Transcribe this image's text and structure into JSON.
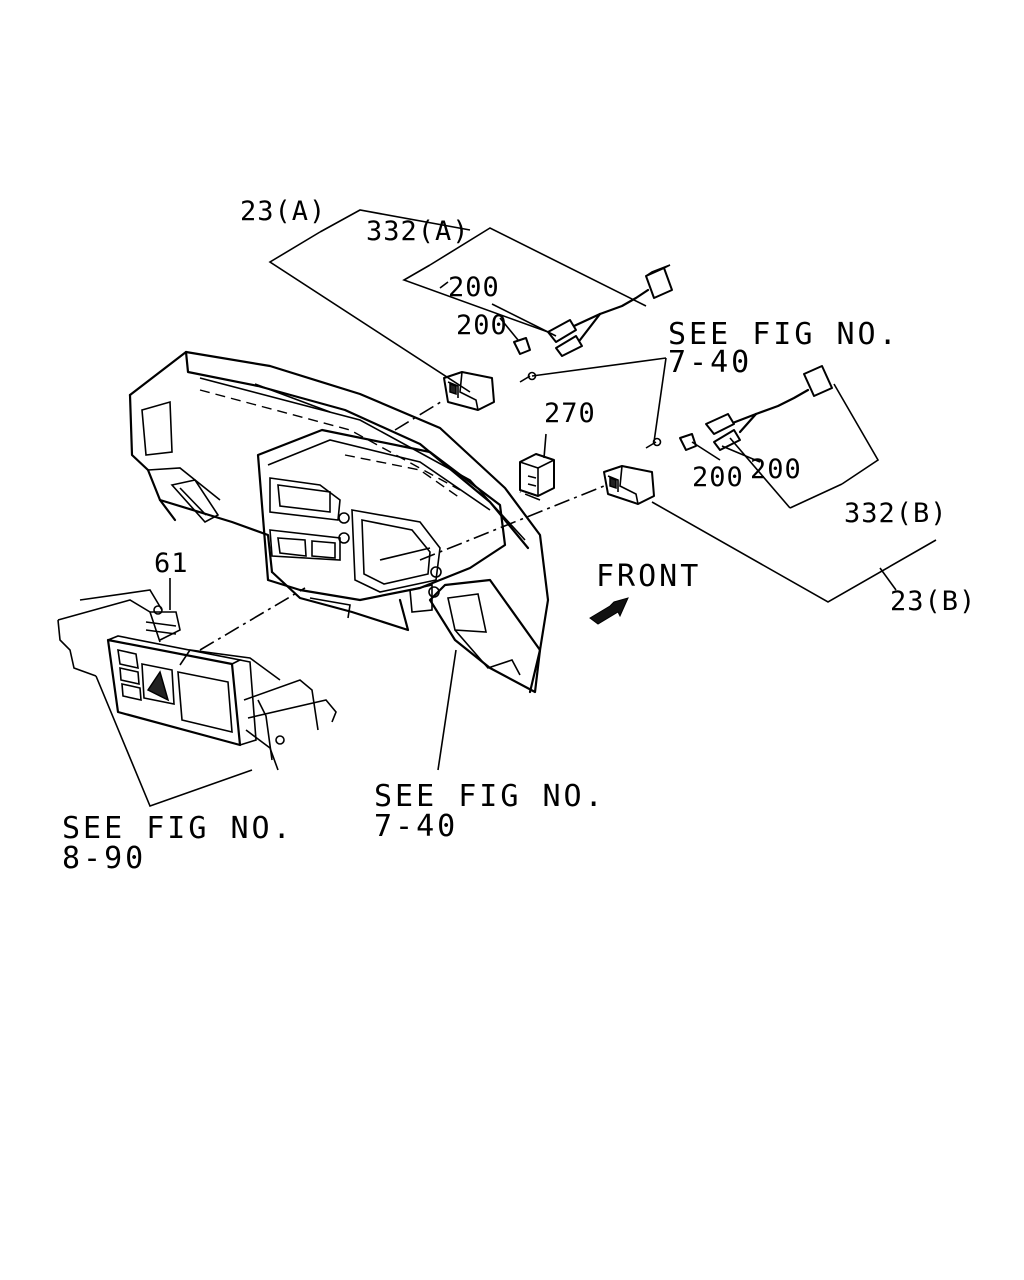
{
  "callouts": {
    "c23a": "23(A)",
    "c332a": "332(A)",
    "c200a1": "200",
    "c200a2": "200",
    "c270": "270",
    "c200b1": "200",
    "c200b2": "200",
    "c332b": "332(B)",
    "c23b": "23(B)",
    "c61": "61"
  },
  "references": {
    "ref_top_line1": "SEE FIG NO.",
    "ref_top_line2": "7-40",
    "ref_mid_line1": "SEE FIG NO.",
    "ref_mid_line2": "7-40",
    "ref_left_line1": "SEE FIG NO.",
    "ref_left_line2": "8-90"
  },
  "direction": {
    "label": "FRONT",
    "icon": "arrow-icon"
  }
}
